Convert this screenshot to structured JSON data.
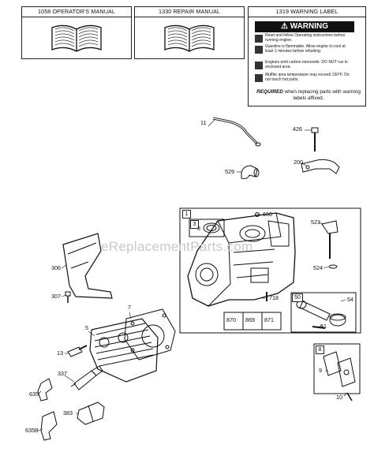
{
  "manuals": {
    "operators": "1058 OPERATOR'S MANUAL",
    "repair": "1330 REPAIR MANUAL"
  },
  "warning_label": {
    "title": "1319 WARNING LABEL",
    "heading": "WARNING",
    "lines": [
      "Read and follow Operating instructions before running engine.",
      "Gasoline is flammable. Allow engine to cool at least 2 minutes before refueling.",
      "Engines emit carbon monoxide. DO NOT run in enclosed area.",
      "Muffler area temperature may exceed 150°F. Do not touch hot parts."
    ],
    "required_prefix": "REQUIRED",
    "required_text": " when replacing parts with warning labels affixed."
  },
  "watermark": "eReplacementParts.com",
  "part_labels": {
    "p11": "11",
    "p426": "426",
    "p529": "529",
    "p200": "200",
    "group1": "1",
    "p3": "3",
    "p668": "668",
    "p523": "523",
    "p524": "524",
    "p718": "718",
    "p870": "870",
    "p869": "869",
    "p871": "871",
    "group50": "50",
    "p54": "54",
    "p51": "51",
    "p306": "306",
    "p307": "307",
    "p7": "7",
    "p5": "5",
    "p13": "13",
    "p337": "337",
    "p635": "635",
    "p383": "383",
    "p635b": "635B",
    "group8": "8",
    "p9": "9",
    "p10": "10"
  }
}
